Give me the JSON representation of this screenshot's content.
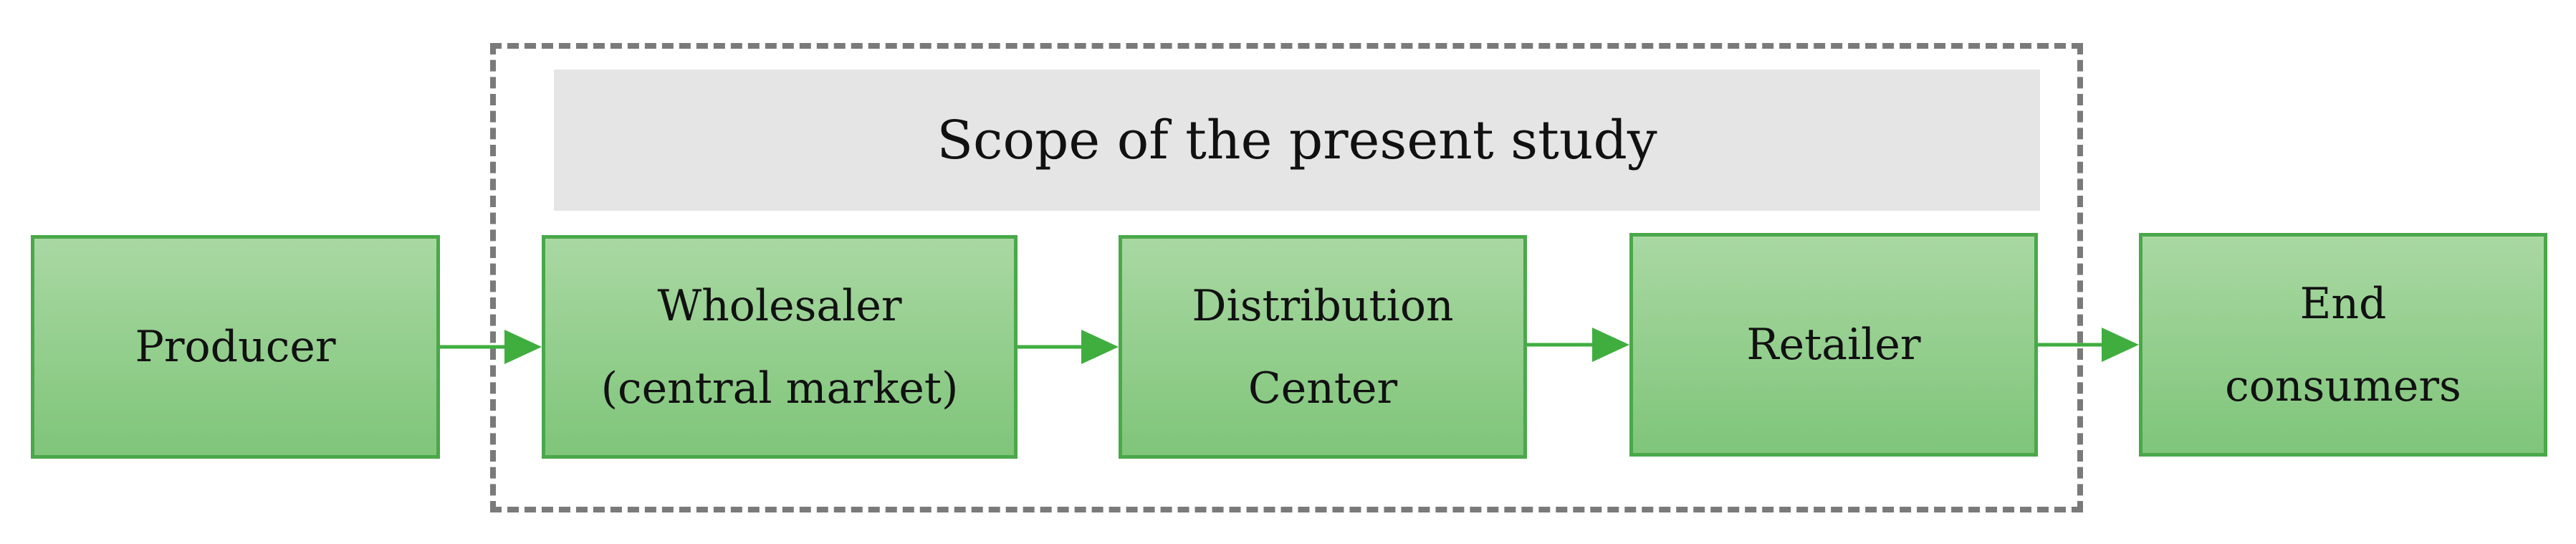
{
  "scope": {
    "label": "Scope of the present study"
  },
  "nodes": [
    {
      "id": "producer",
      "lines": [
        "Producer"
      ]
    },
    {
      "id": "wholesaler",
      "lines": [
        "Wholesaler",
        "(central market)"
      ]
    },
    {
      "id": "distribution-center",
      "lines": [
        "Distribution",
        "Center"
      ]
    },
    {
      "id": "retailer",
      "lines": [
        "Retailer"
      ]
    },
    {
      "id": "end-consumers",
      "lines": [
        "End",
        "consumers"
      ]
    }
  ],
  "edges": [
    {
      "from": "producer",
      "to": "wholesaler"
    },
    {
      "from": "wholesaler",
      "to": "distribution-center"
    },
    {
      "from": "distribution-center",
      "to": "retailer"
    },
    {
      "from": "retailer",
      "to": "end-consumers"
    }
  ],
  "colors": {
    "node_fill_top": "#a9d8a2",
    "node_fill_bottom": "#7fc57a",
    "node_border": "#4aa84a",
    "arrow": "#3fae3f",
    "scope_border": "#7a7a7a",
    "scope_banner": "#e5e5e5"
  }
}
